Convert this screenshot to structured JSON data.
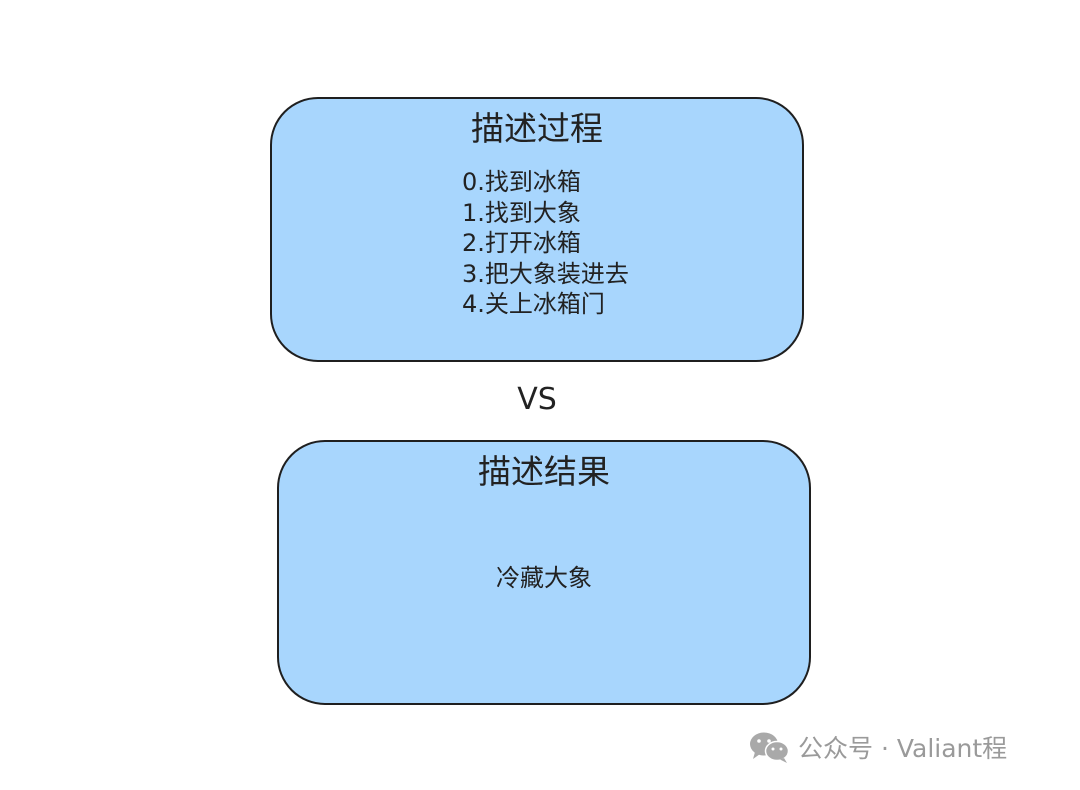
{
  "process_box": {
    "title": "描述过程",
    "steps": [
      "0.找到冰箱",
      "1.找到大象",
      "2.打开冰箱",
      "3.把大象装进去",
      "4.关上冰箱门"
    ]
  },
  "separator": "VS",
  "result_box": {
    "title": "描述结果",
    "text": "冷藏大象"
  },
  "watermark": {
    "icon": "wechat-icon",
    "text": "公众号 · Valiant程"
  },
  "colors": {
    "box_fill": "#a8d6fd",
    "box_border": "#1f1f1f",
    "text": "#222222",
    "watermark": "#9a9a9a"
  }
}
